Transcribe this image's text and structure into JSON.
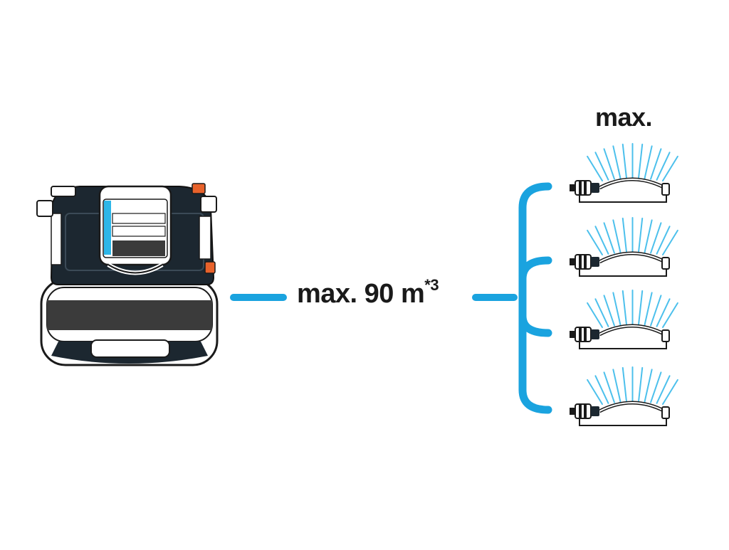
{
  "labels": {
    "distance_prefix": "max. 90 m",
    "distance_superscript": "*3",
    "sprinkler_max": "max."
  },
  "colors": {
    "pipe": "#1aa3df",
    "pump_body": "#1c2730",
    "pump_accent": "#2db6e8",
    "outline": "#1a1a1a",
    "spray": "#4cc0ec",
    "nozzle_accent": "#e8622b"
  },
  "icons": {
    "pump": "garden-pump-icon",
    "sprinkler": "oscillating-sprinkler-icon"
  },
  "sprinklers": {
    "count": 4
  }
}
